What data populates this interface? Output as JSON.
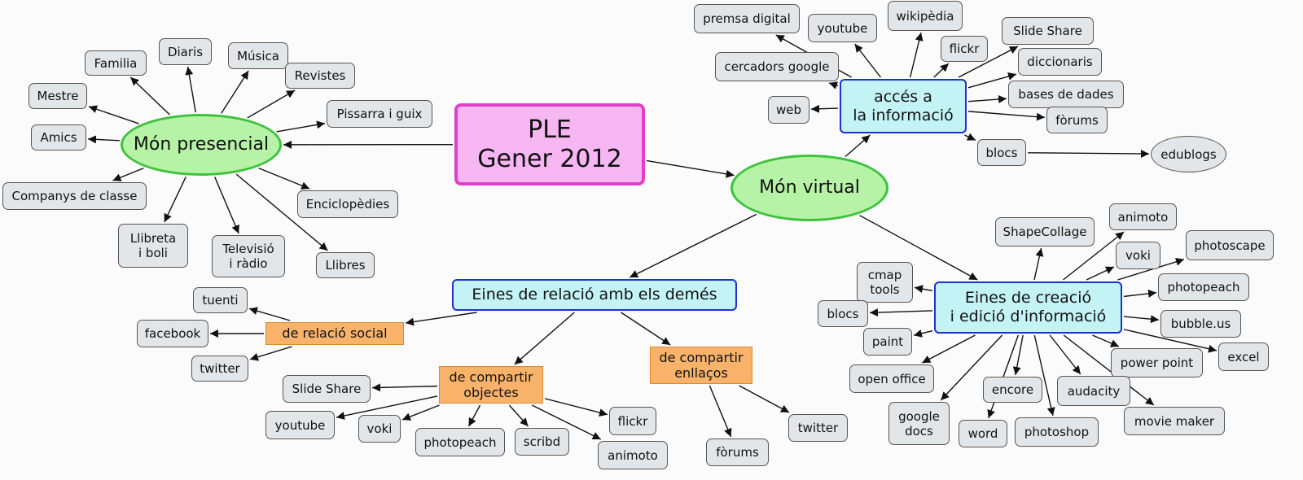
{
  "nodes": [
    {
      "id": "ple",
      "label": "PLE\nGener 2012",
      "style": "root"
    },
    {
      "id": "mon_presencial",
      "label": "Món presencial",
      "style": "green"
    },
    {
      "id": "mon_virtual",
      "label": "Món virtual",
      "style": "green"
    },
    {
      "id": "acces",
      "label": "accés a\nla informació",
      "style": "cyan"
    },
    {
      "id": "eines_relacio",
      "label": "Eines de relació amb els demés",
      "style": "cyan"
    },
    {
      "id": "eines_creacio",
      "label": "Eines de creació\ni edició d'informació",
      "style": "cyan"
    },
    {
      "id": "relacio_social",
      "label": "de relació social",
      "style": "orange"
    },
    {
      "id": "compartir_objectes",
      "label": "de compartir\nobjectes",
      "style": "orange"
    },
    {
      "id": "compartir_enllacos",
      "label": "de compartir\nenllaços",
      "style": "orange"
    },
    {
      "id": "familia",
      "label": "Familia",
      "style": "leaf"
    },
    {
      "id": "diaris",
      "label": "Diaris",
      "style": "leaf"
    },
    {
      "id": "musica",
      "label": "Música",
      "style": "leaf"
    },
    {
      "id": "revistes",
      "label": "Revistes",
      "style": "leaf"
    },
    {
      "id": "pissarra",
      "label": "Pissarra i guix",
      "style": "leaf"
    },
    {
      "id": "mestre",
      "label": "Mestre",
      "style": "leaf"
    },
    {
      "id": "amics",
      "label": "Amics",
      "style": "leaf"
    },
    {
      "id": "companys",
      "label": "Companys de classe",
      "style": "leaf"
    },
    {
      "id": "llibreta",
      "label": "Llibreta\ni boli",
      "style": "leaf"
    },
    {
      "id": "televisio",
      "label": "Televisió\ni ràdio",
      "style": "leaf"
    },
    {
      "id": "llibres",
      "label": "Llibres",
      "style": "leaf"
    },
    {
      "id": "enciclopedies",
      "label": "Enciclopèdies",
      "style": "leaf"
    },
    {
      "id": "premsa",
      "label": "premsa digital",
      "style": "leaf"
    },
    {
      "id": "youtube_a",
      "label": "youtube",
      "style": "leaf"
    },
    {
      "id": "wikipedia",
      "label": "wikipèdia",
      "style": "leaf"
    },
    {
      "id": "flickr_a",
      "label": "flickr",
      "style": "leaf"
    },
    {
      "id": "slideshare_a",
      "label": "Slide Share",
      "style": "leaf"
    },
    {
      "id": "cercadors",
      "label": "cercadors google",
      "style": "leaf"
    },
    {
      "id": "diccionaris",
      "label": "diccionaris",
      "style": "leaf"
    },
    {
      "id": "bases",
      "label": "bases de dades",
      "style": "leaf"
    },
    {
      "id": "web",
      "label": "web",
      "style": "leaf"
    },
    {
      "id": "forums_a",
      "label": "fòrums",
      "style": "leaf"
    },
    {
      "id": "blocs_a",
      "label": "blocs",
      "style": "leaf"
    },
    {
      "id": "edublogs",
      "label": "edublogs",
      "style": "ellip"
    },
    {
      "id": "shapecollage",
      "label": "ShapeCollage",
      "style": "leaf"
    },
    {
      "id": "animoto_c",
      "label": "animoto",
      "style": "leaf"
    },
    {
      "id": "photoscape",
      "label": "photoscape",
      "style": "leaf"
    },
    {
      "id": "voki_c",
      "label": "voki",
      "style": "leaf"
    },
    {
      "id": "cmap",
      "label": "cmap\ntools",
      "style": "leaf"
    },
    {
      "id": "photopeach_c",
      "label": "photopeach",
      "style": "leaf"
    },
    {
      "id": "blocs_c",
      "label": "blocs",
      "style": "leaf"
    },
    {
      "id": "bubble",
      "label": "bubble.us",
      "style": "leaf"
    },
    {
      "id": "paint",
      "label": "paint",
      "style": "leaf"
    },
    {
      "id": "powerpoint",
      "label": "power point",
      "style": "leaf"
    },
    {
      "id": "excel",
      "label": "excel",
      "style": "leaf"
    },
    {
      "id": "openoffice",
      "label": "open office",
      "style": "leaf"
    },
    {
      "id": "encore",
      "label": "encore",
      "style": "leaf"
    },
    {
      "id": "audacity",
      "label": "audacity",
      "style": "leaf"
    },
    {
      "id": "moviemaker",
      "label": "movie maker",
      "style": "leaf"
    },
    {
      "id": "googledocs",
      "label": "google\ndocs",
      "style": "leaf"
    },
    {
      "id": "word",
      "label": "word",
      "style": "leaf"
    },
    {
      "id": "photoshop",
      "label": "photoshop",
      "style": "leaf"
    },
    {
      "id": "tuenti",
      "label": "tuenti",
      "style": "leaf"
    },
    {
      "id": "facebook",
      "label": "facebook",
      "style": "leaf"
    },
    {
      "id": "twitter_s",
      "label": "twitter",
      "style": "leaf"
    },
    {
      "id": "slideshare_o",
      "label": "Slide Share",
      "style": "leaf"
    },
    {
      "id": "youtube_o",
      "label": "youtube",
      "style": "leaf"
    },
    {
      "id": "voki_o",
      "label": "voki",
      "style": "leaf"
    },
    {
      "id": "photopeach_o",
      "label": "photopeach",
      "style": "leaf"
    },
    {
      "id": "scribd",
      "label": "scribd",
      "style": "leaf"
    },
    {
      "id": "flickr_o",
      "label": "flickr",
      "style": "leaf"
    },
    {
      "id": "animoto_o",
      "label": "animoto",
      "style": "leaf"
    },
    {
      "id": "twitter_e",
      "label": "twitter",
      "style": "leaf"
    },
    {
      "id": "forums_e",
      "label": "fòrums",
      "style": "leaf"
    }
  ],
  "edges": [
    [
      "ple",
      "mon_presencial"
    ],
    [
      "ple",
      "mon_virtual"
    ],
    [
      "mon_presencial",
      "familia"
    ],
    [
      "mon_presencial",
      "diaris"
    ],
    [
      "mon_presencial",
      "musica"
    ],
    [
      "mon_presencial",
      "revistes"
    ],
    [
      "mon_presencial",
      "pissarra"
    ],
    [
      "mon_presencial",
      "mestre"
    ],
    [
      "mon_presencial",
      "amics"
    ],
    [
      "mon_presencial",
      "companys"
    ],
    [
      "mon_presencial",
      "llibreta"
    ],
    [
      "mon_presencial",
      "televisio"
    ],
    [
      "mon_presencial",
      "llibres"
    ],
    [
      "mon_presencial",
      "enciclopedies"
    ],
    [
      "mon_virtual",
      "acces"
    ],
    [
      "mon_virtual",
      "eines_relacio"
    ],
    [
      "mon_virtual",
      "eines_creacio"
    ],
    [
      "acces",
      "premsa"
    ],
    [
      "acces",
      "youtube_a"
    ],
    [
      "acces",
      "wikipedia"
    ],
    [
      "acces",
      "flickr_a"
    ],
    [
      "acces",
      "slideshare_a"
    ],
    [
      "acces",
      "cercadors"
    ],
    [
      "acces",
      "diccionaris"
    ],
    [
      "acces",
      "bases"
    ],
    [
      "acces",
      "web"
    ],
    [
      "acces",
      "forums_a"
    ],
    [
      "acces",
      "blocs_a"
    ],
    [
      "blocs_a",
      "edublogs"
    ],
    [
      "eines_creacio",
      "shapecollage"
    ],
    [
      "eines_creacio",
      "animoto_c"
    ],
    [
      "eines_creacio",
      "photoscape"
    ],
    [
      "eines_creacio",
      "voki_c"
    ],
    [
      "eines_creacio",
      "cmap"
    ],
    [
      "eines_creacio",
      "photopeach_c"
    ],
    [
      "eines_creacio",
      "blocs_c"
    ],
    [
      "eines_creacio",
      "bubble"
    ],
    [
      "eines_creacio",
      "paint"
    ],
    [
      "eines_creacio",
      "powerpoint"
    ],
    [
      "eines_creacio",
      "excel"
    ],
    [
      "eines_creacio",
      "openoffice"
    ],
    [
      "eines_creacio",
      "encore"
    ],
    [
      "eines_creacio",
      "audacity"
    ],
    [
      "eines_creacio",
      "moviemaker"
    ],
    [
      "eines_creacio",
      "googledocs"
    ],
    [
      "eines_creacio",
      "word"
    ],
    [
      "eines_creacio",
      "photoshop"
    ],
    [
      "eines_relacio",
      "relacio_social"
    ],
    [
      "eines_relacio",
      "compartir_objectes"
    ],
    [
      "eines_relacio",
      "compartir_enllacos"
    ],
    [
      "relacio_social",
      "tuenti"
    ],
    [
      "relacio_social",
      "facebook"
    ],
    [
      "relacio_social",
      "twitter_s"
    ],
    [
      "compartir_objectes",
      "slideshare_o"
    ],
    [
      "compartir_objectes",
      "youtube_o"
    ],
    [
      "compartir_objectes",
      "voki_o"
    ],
    [
      "compartir_objectes",
      "photopeach_o"
    ],
    [
      "compartir_objectes",
      "scribd"
    ],
    [
      "compartir_objectes",
      "flickr_o"
    ],
    [
      "compartir_objectes",
      "animoto_o"
    ],
    [
      "compartir_enllacos",
      "twitter_e"
    ],
    [
      "compartir_enllacos",
      "forums_e"
    ]
  ],
  "colors": {
    "edge": "#111111"
  }
}
